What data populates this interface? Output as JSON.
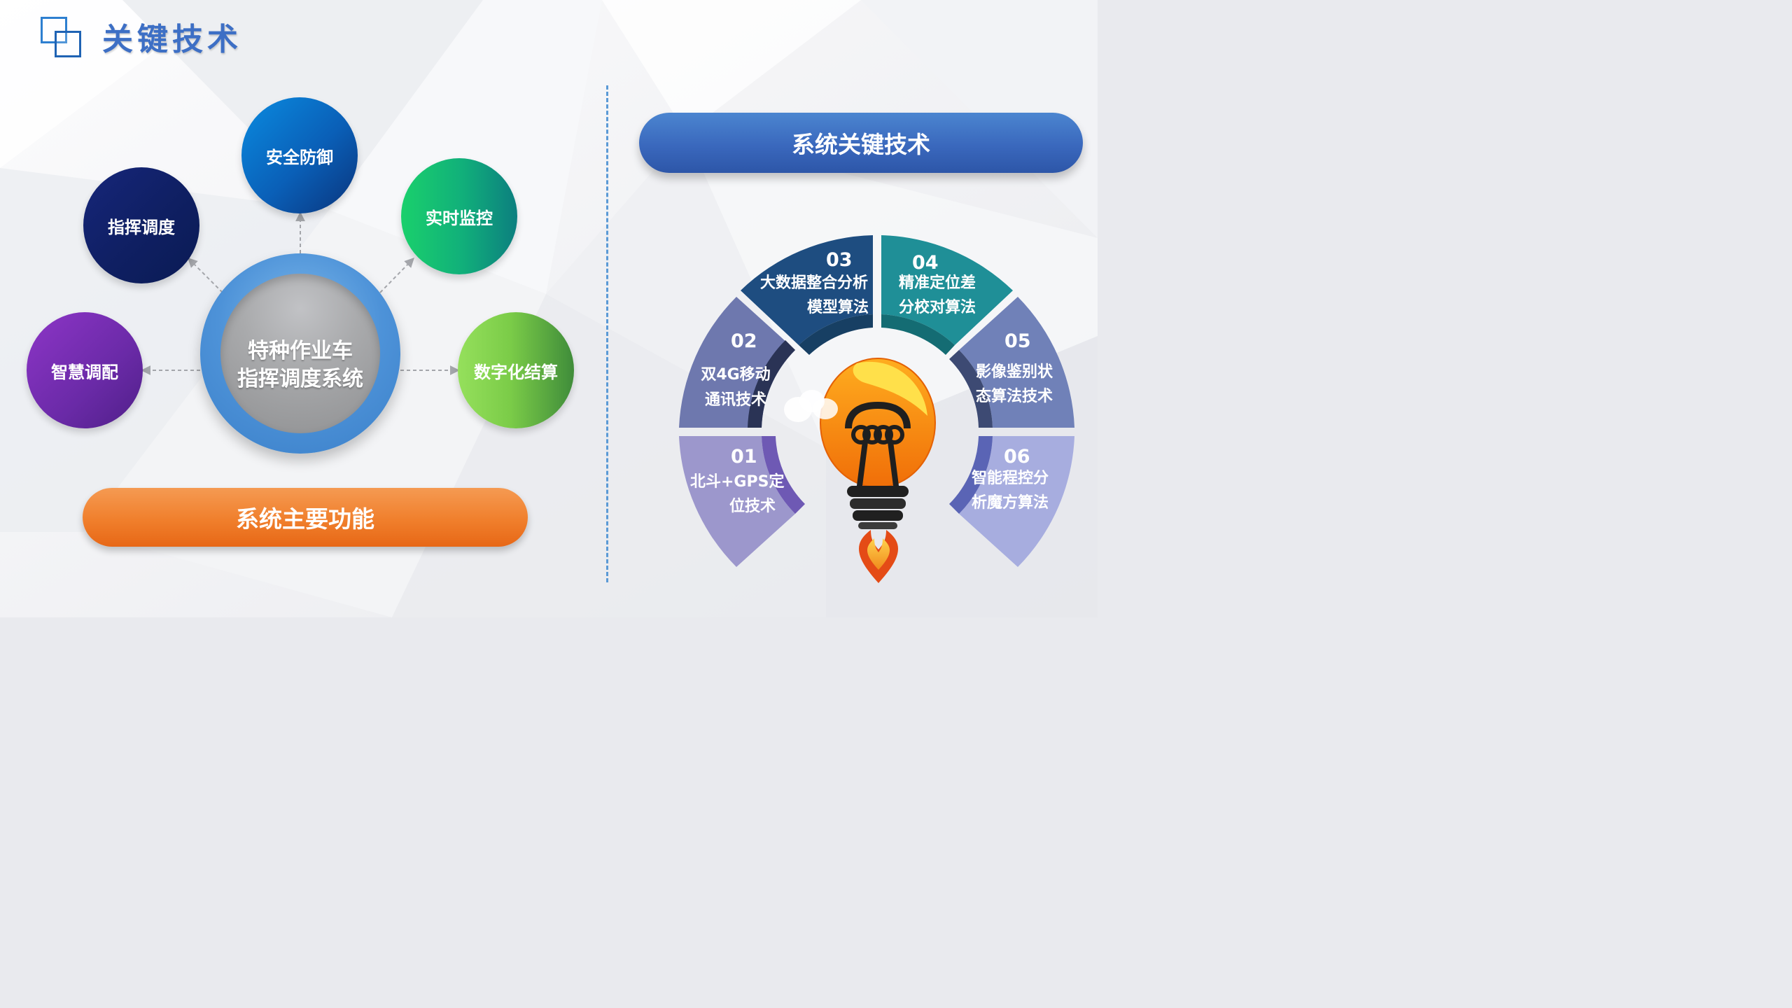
{
  "header": {
    "title": "关键技术"
  },
  "left_panel": {
    "center_title_line1": "特种作业车",
    "center_title_line2": "指挥调度系统",
    "functions": [
      {
        "label": "安全防御"
      },
      {
        "label": "指挥调度"
      },
      {
        "label": "实时监控"
      },
      {
        "label": "智慧调配"
      },
      {
        "label": "数字化结算"
      }
    ],
    "footer_label": "系统主要功能"
  },
  "right_panel": {
    "header_label": "系统关键技术",
    "technologies": [
      {
        "number": "01",
        "line1": "北斗+GPS定",
        "line2": "位技术"
      },
      {
        "number": "02",
        "line1": "双4G移动",
        "line2": "通讯技术"
      },
      {
        "number": "03",
        "line1": "大数据整合分析",
        "line2": "模型算法"
      },
      {
        "number": "04",
        "line1": "精准定位差",
        "line2": "分校对算法"
      },
      {
        "number": "05",
        "line1": "影像鉴别状",
        "line2": "态算法技术"
      },
      {
        "number": "06",
        "line1": "智能程控分",
        "line2": "析魔方算法"
      }
    ]
  },
  "colors": {
    "title_blue": "#3d6fc5",
    "orange": "#f07f2c",
    "blue_pill": "#3a68bd",
    "divider_blue": "#5b9ad6"
  },
  "icons": {
    "header": "overlapping-squares-icon",
    "bulb": "lightbulb-icon",
    "flame": "flame-icon"
  }
}
